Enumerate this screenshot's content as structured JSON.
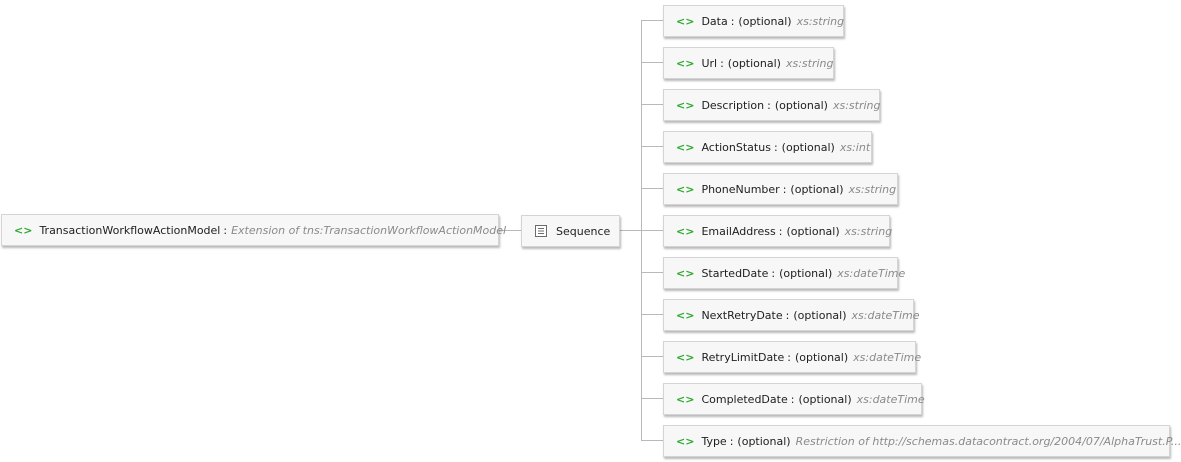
{
  "root": {
    "tag": "<>",
    "name": "TransactionWorkflowActionModel",
    "type_text": "Extension of tns:TransactionWorkflowActionModel"
  },
  "sequence": {
    "label": "Sequence",
    "icon": "sequence-icon"
  },
  "children": [
    {
      "tag": "<>",
      "name": "Data",
      "modifier": "(optional)",
      "type": "xs:string"
    },
    {
      "tag": "<>",
      "name": "Url",
      "modifier": "(optional)",
      "type": "xs:string"
    },
    {
      "tag": "<>",
      "name": "Description",
      "modifier": "(optional)",
      "type": "xs:string"
    },
    {
      "tag": "<>",
      "name": "ActionStatus",
      "modifier": "(optional)",
      "type": "xs:int"
    },
    {
      "tag": "<>",
      "name": "PhoneNumber",
      "modifier": "(optional)",
      "type": "xs:string"
    },
    {
      "tag": "<>",
      "name": "EmailAddress",
      "modifier": "(optional)",
      "type": "xs:string"
    },
    {
      "tag": "<>",
      "name": "StartedDate",
      "modifier": "(optional)",
      "type": "xs:dateTime"
    },
    {
      "tag": "<>",
      "name": "NextRetryDate",
      "modifier": "(optional)",
      "type": "xs:dateTime"
    },
    {
      "tag": "<>",
      "name": "RetryLimitDate",
      "modifier": "(optional)",
      "type": "xs:dateTime"
    },
    {
      "tag": "<>",
      "name": "CompletedDate",
      "modifier": "(optional)",
      "type": "xs:dateTime"
    },
    {
      "tag": "<>",
      "name": "Type",
      "modifier": "(optional)",
      "type": "Restriction of http://schemas.datacontract.org/2004/07/AlphaTrust.P..."
    }
  ],
  "colors": {
    "tag_green": "#2ea82e",
    "type_gray": "#8a8a8a",
    "connector": "#b9b9b9",
    "node_bg": "#f7f7f7",
    "node_border": "#d4d4d4"
  }
}
